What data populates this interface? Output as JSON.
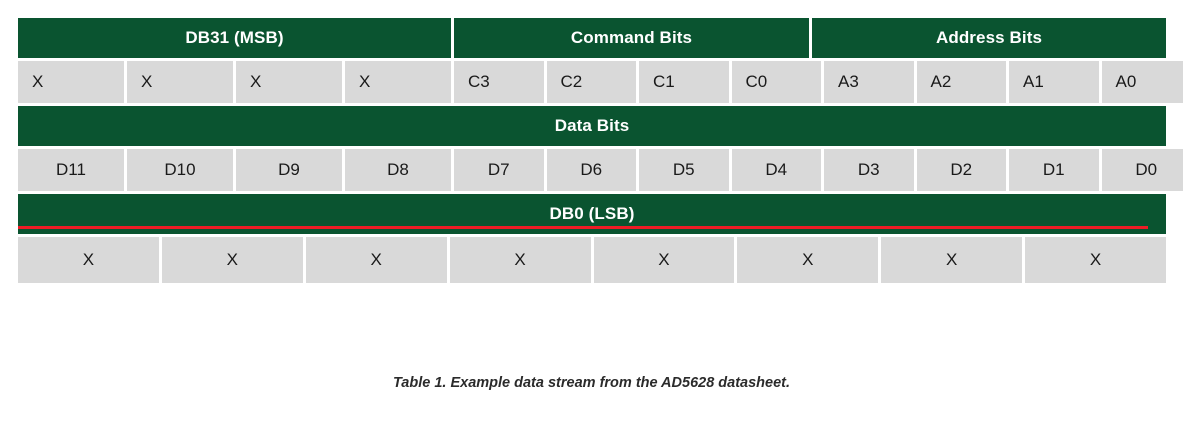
{
  "figure": {
    "caption": "Table 1. Example data stream from the AD5628 datasheet.",
    "colors": {
      "header_green": "#0a5430",
      "cell_grey": "#d9d9d9",
      "annotation_red": "#ee1c25",
      "header_text": "#ffffff",
      "cell_text": "#1a1a1a"
    }
  },
  "table": {
    "group_headers": [
      {
        "label": "DB31 (MSB)",
        "span": 4
      },
      {
        "label": "Command Bits",
        "span": 4
      },
      {
        "label": "Address Bits",
        "span": 4
      }
    ],
    "control_row": [
      "X",
      "X",
      "X",
      "X",
      "C3",
      "C2",
      "C1",
      "C0",
      "A3",
      "A2",
      "A1",
      "A0"
    ],
    "data_band_label": "Data Bits",
    "data_row": [
      "D11",
      "D10",
      "D9",
      "D8",
      "D7",
      "D6",
      "D5",
      "D4",
      "D3",
      "D2",
      "D1",
      "D0"
    ],
    "lsb_band_label": "DB0 (LSB)",
    "lsb_row": [
      "X",
      "X",
      "X",
      "X",
      "X",
      "X",
      "X",
      "X"
    ]
  }
}
